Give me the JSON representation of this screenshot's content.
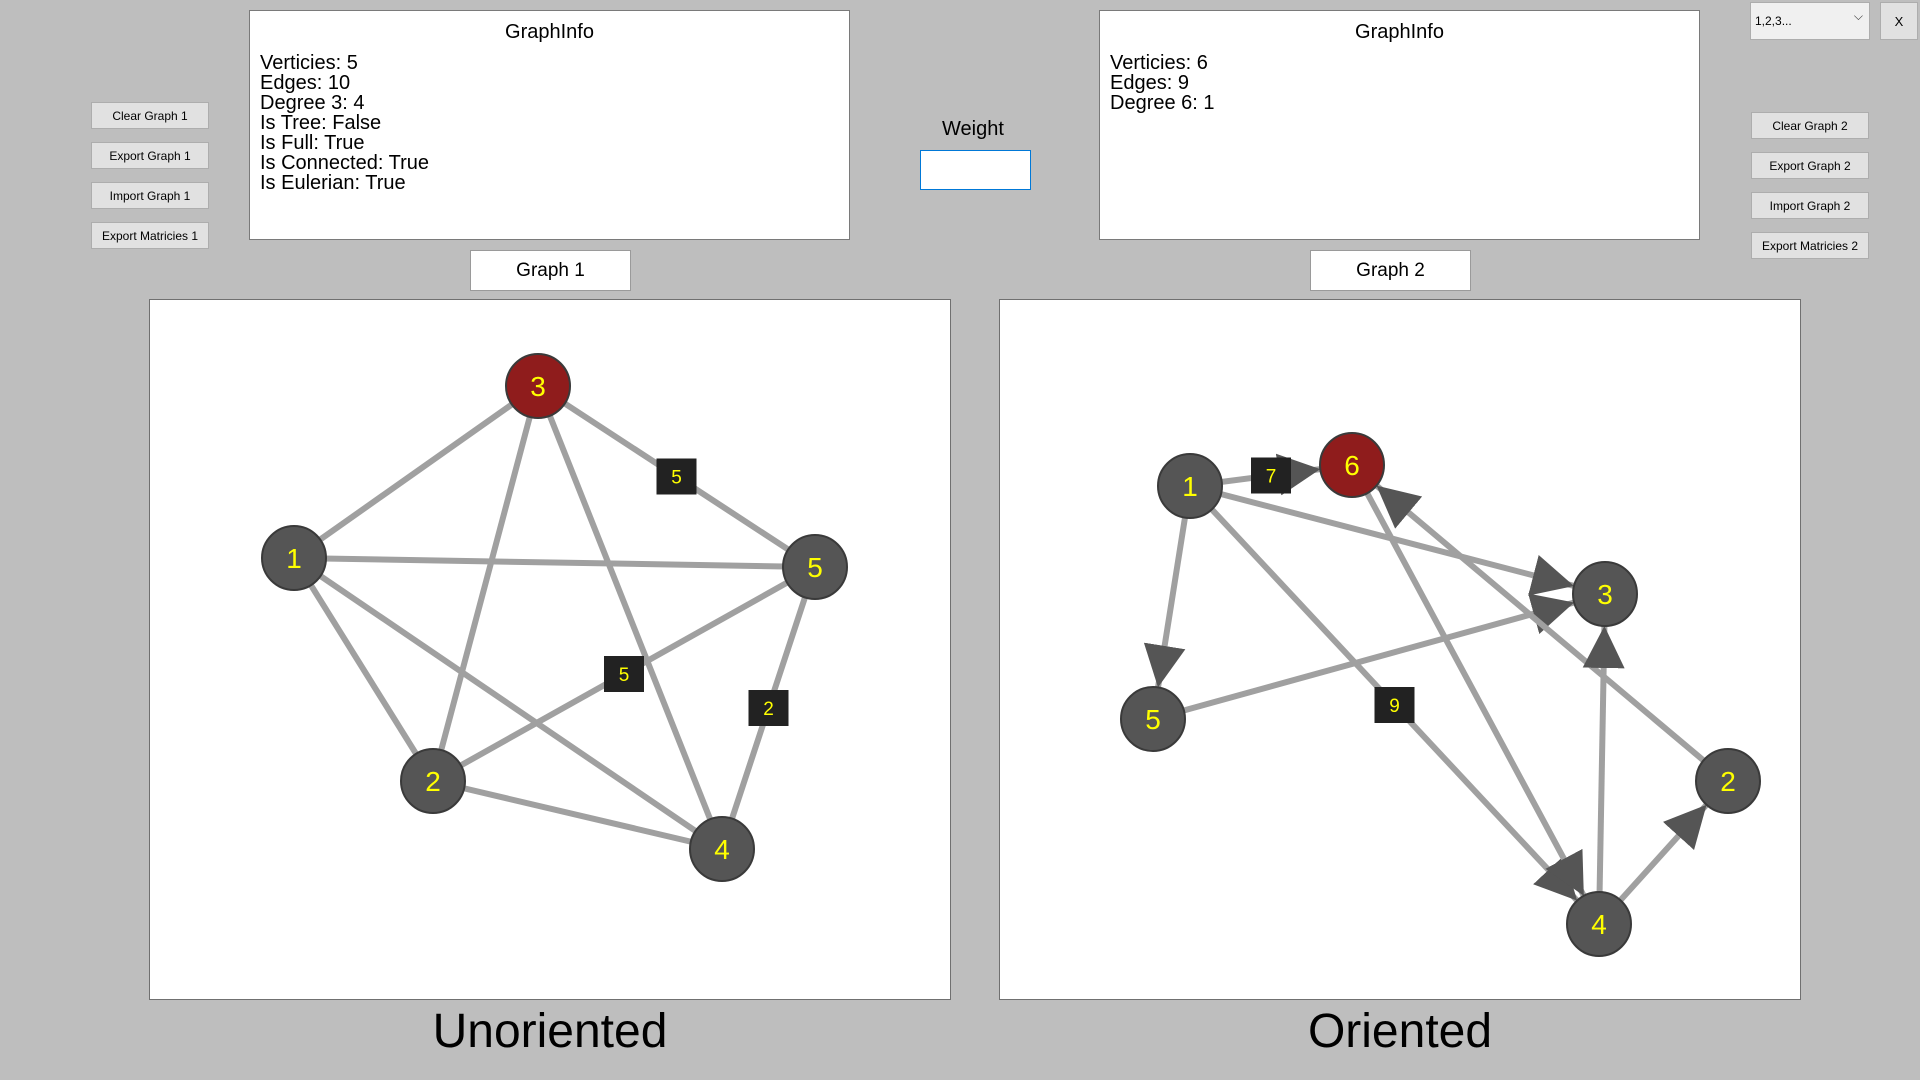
{
  "left_buttons": [
    {
      "label": "Clear Graph 1"
    },
    {
      "label": "Export Graph 1"
    },
    {
      "label": "Import Graph 1"
    },
    {
      "label": "Export Matricies 1"
    }
  ],
  "right_buttons": [
    {
      "label": "Clear Graph 2"
    },
    {
      "label": "Export Graph 2"
    },
    {
      "label": "Import Graph 2"
    },
    {
      "label": "Export Matricies 2"
    }
  ],
  "graph1_info": {
    "title": "GraphInfo",
    "lines": [
      "Verticies: 5",
      "Edges: 10",
      "Degree 3: 4",
      "Is Tree: False",
      "Is Full: True",
      "Is Connected: True",
      "Is Eulerian: True"
    ]
  },
  "graph2_info": {
    "title": "GraphInfo",
    "lines": [
      "Verticies: 6",
      "Edges: 9",
      "Degree 6: 1"
    ]
  },
  "weight": {
    "label": "Weight",
    "value": ""
  },
  "select": {
    "value": "1,2,3..."
  },
  "close_label": "X",
  "graph1_label": "Graph 1",
  "graph2_label": "Graph 2",
  "graph1_caption": "Unoriented",
  "graph2_caption": "Oriented",
  "colors": {
    "node": "#555555",
    "node_selected": "#8f1c1c",
    "node_text": "#ffff00",
    "edge": "#a0a0a0",
    "weight_box": "#222222",
    "weight_text": "#ffff00"
  },
  "graph1": {
    "nodes": [
      {
        "id": "1",
        "label": "1",
        "selected": false
      },
      {
        "id": "2",
        "label": "2",
        "selected": false
      },
      {
        "id": "3",
        "label": "3",
        "selected": true
      },
      {
        "id": "4",
        "label": "4",
        "selected": false
      },
      {
        "id": "5",
        "label": "5",
        "selected": false
      }
    ],
    "edges": [
      {
        "from": "1",
        "to": "3",
        "weight": ""
      },
      {
        "from": "1",
        "to": "5",
        "weight": ""
      },
      {
        "from": "1",
        "to": "2",
        "weight": ""
      },
      {
        "from": "1",
        "to": "4",
        "weight": ""
      },
      {
        "from": "3",
        "to": "2",
        "weight": ""
      },
      {
        "from": "3",
        "to": "4",
        "weight": ""
      },
      {
        "from": "3",
        "to": "5",
        "weight": "5"
      },
      {
        "from": "2",
        "to": "5",
        "weight": "5"
      },
      {
        "from": "2",
        "to": "4",
        "weight": ""
      },
      {
        "from": "5",
        "to": "4",
        "weight": "2"
      }
    ]
  },
  "graph2": {
    "nodes": [
      {
        "id": "1",
        "label": "1",
        "selected": false
      },
      {
        "id": "6",
        "label": "6",
        "selected": true
      },
      {
        "id": "3",
        "label": "3",
        "selected": false
      },
      {
        "id": "5",
        "label": "5",
        "selected": false
      },
      {
        "id": "2",
        "label": "2",
        "selected": false
      },
      {
        "id": "4",
        "label": "4",
        "selected": false
      }
    ],
    "edges": [
      {
        "from": "1",
        "to": "6",
        "weight": "7"
      },
      {
        "from": "1",
        "to": "3",
        "weight": ""
      },
      {
        "from": "1",
        "to": "5",
        "weight": ""
      },
      {
        "from": "1",
        "to": "4",
        "weight": "9"
      },
      {
        "from": "5",
        "to": "3",
        "weight": ""
      },
      {
        "from": "2",
        "to": "6",
        "weight": ""
      },
      {
        "from": "6",
        "to": "4",
        "weight": ""
      },
      {
        "from": "4",
        "to": "3",
        "weight": ""
      },
      {
        "from": "4",
        "to": "2",
        "weight": ""
      }
    ]
  }
}
